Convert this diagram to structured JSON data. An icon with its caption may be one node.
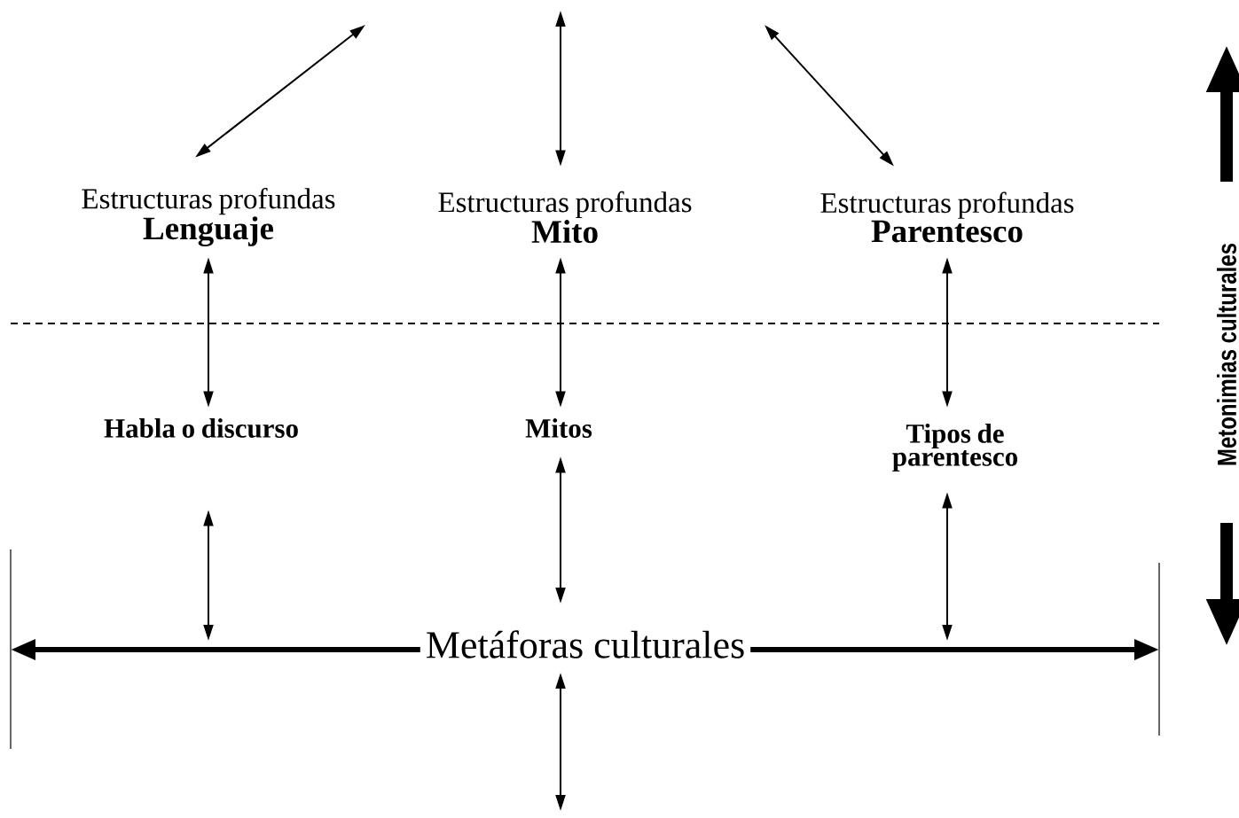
{
  "diagram": {
    "nodes": [
      {
        "text": [
          "Estructuras profundas",
          "Lenguaje"
        ]
      },
      {
        "text": [
          "Estructuras profundas",
          "Mito"
        ]
      },
      {
        "text": [
          "Estructuras profundas",
          "Parentesco"
        ]
      },
      {
        "text": [
          "Habla o discurso"
        ]
      },
      {
        "text": [
          "Mitos"
        ]
      },
      {
        "text": [
          "Tipos de parentesco"
        ]
      },
      {
        "text": [
          "Metáforas culturales"
        ]
      }
    ],
    "edges": [
      {
        "from": null,
        "to": 0,
        "arrow": "both"
      },
      {
        "from": null,
        "to": 1,
        "arrow": "both"
      },
      {
        "from": null,
        "to": 2,
        "arrow": "both"
      },
      {
        "from": 0,
        "to": 3,
        "arrow": "both"
      },
      {
        "from": 1,
        "to": 4,
        "arrow": "both"
      },
      {
        "from": 2,
        "to": 5,
        "arrow": "both"
      },
      {
        "from": 3,
        "to": 6,
        "arrow": "both"
      },
      {
        "from": 4,
        "to": 6,
        "arrow": "both"
      },
      {
        "from": 5,
        "to": 6,
        "arrow": "both"
      },
      {
        "from": 6,
        "to": null,
        "arrow": "both"
      }
    ],
    "labels": [
      "Metonimias culturales"
    ]
  }
}
